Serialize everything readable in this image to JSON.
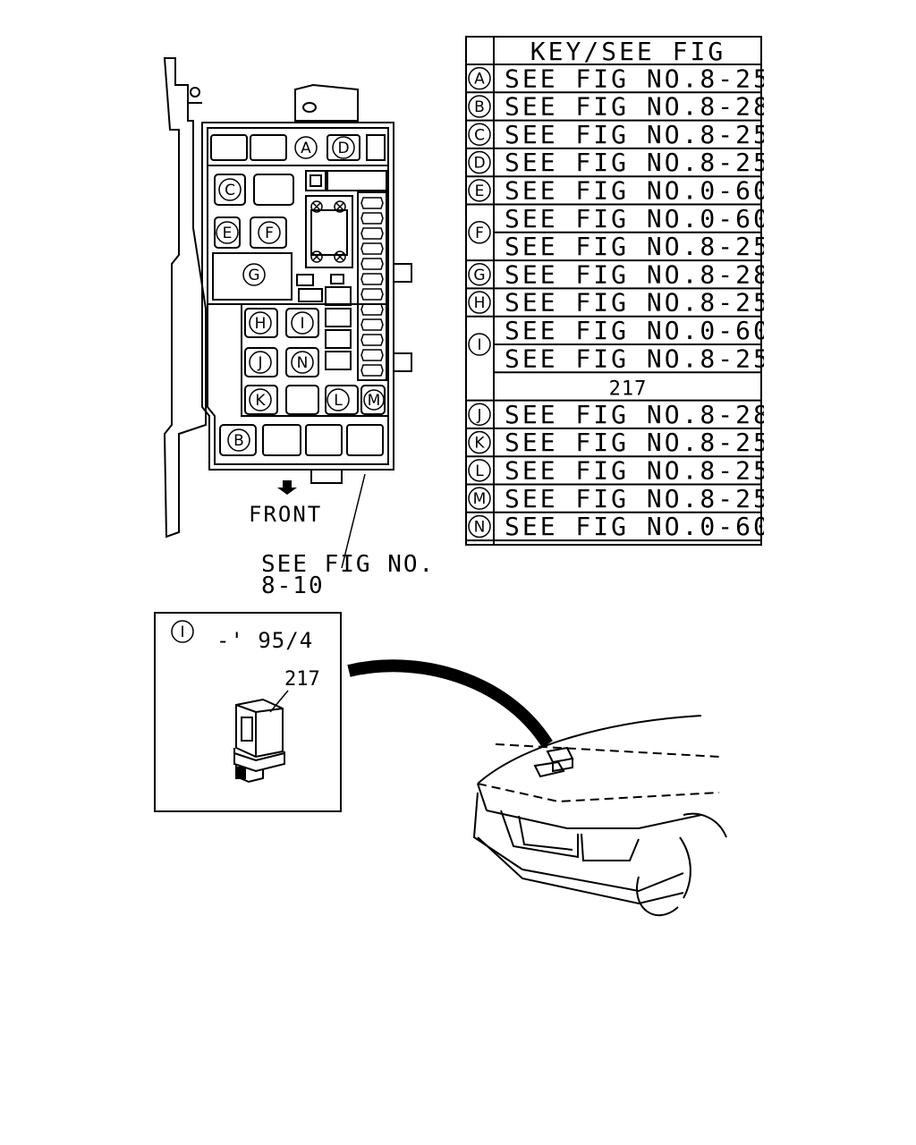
{
  "table": {
    "header": "KEY/SEE FIG",
    "rows": [
      {
        "key": "A",
        "text": "SEE FIG NO.8-25"
      },
      {
        "key": "B",
        "text": "SEE FIG NO.8-28"
      },
      {
        "key": "C",
        "text": "SEE FIG NO.8-25"
      },
      {
        "key": "D",
        "text": "SEE FIG NO.8-25"
      },
      {
        "key": "E",
        "text": "SEE FIG NO.0-60"
      },
      {
        "key": "F",
        "text": "SEE FIG NO.0-60"
      },
      {
        "key": "",
        "text": "SEE FIG NO.8-25"
      },
      {
        "key": "G",
        "text": "SEE FIG NO.8-28"
      },
      {
        "key": "H",
        "text": "SEE FIG NO.8-25"
      },
      {
        "key": "I",
        "text": "SEE FIG NO.0-60"
      },
      {
        "key": "",
        "text": "SEE FIG NO.8-25"
      },
      {
        "key": "",
        "text": "217"
      },
      {
        "key": "J",
        "text": "SEE FIG NO.8-28"
      },
      {
        "key": "K",
        "text": "SEE FIG NO.8-25"
      },
      {
        "key": "L",
        "text": "SEE FIG NO.8-25"
      },
      {
        "key": "M",
        "text": "SEE FIG NO.8-25"
      },
      {
        "key": "N",
        "text": "SEE FIG NO.0-60"
      }
    ]
  },
  "fusebox": {
    "labels": [
      "A",
      "B",
      "C",
      "D",
      "E",
      "F",
      "G",
      "H",
      "I",
      "J",
      "K",
      "L",
      "M",
      "N"
    ],
    "front_label": "FRONT",
    "callout_line1": "SEE FIG NO.",
    "callout_line2": "8-10"
  },
  "detail": {
    "key": "I",
    "date_range": "-' 95/4",
    "part_number": "217"
  }
}
